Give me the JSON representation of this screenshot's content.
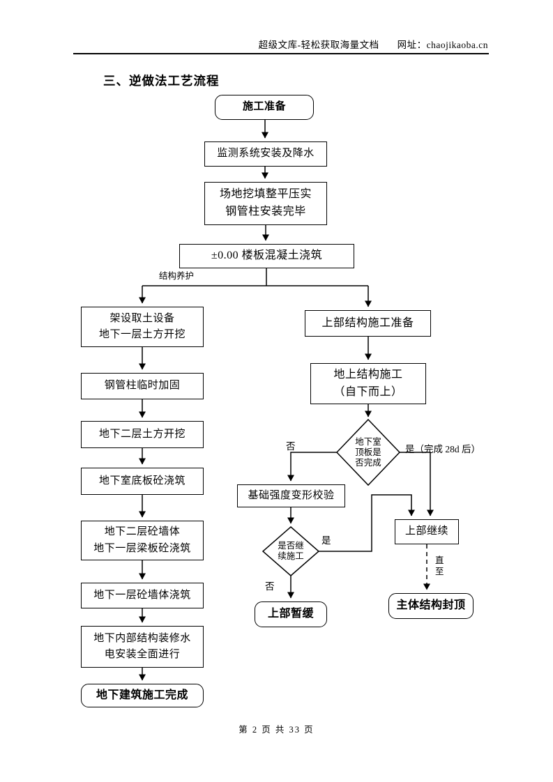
{
  "page": {
    "header": {
      "site": "超级文库-轻松获取海量文档",
      "url": "网址：chaojikaoba.cn"
    },
    "title": "三、逆做法工艺流程",
    "footer": "第 2 页 共 33 页"
  },
  "flowchart": {
    "nodes": {
      "start": "施工准备",
      "monitor": "监测系统安装及降水",
      "site": "场地挖填整平压实\n钢管柱安装完毕",
      "slab": "±0.00 楼板混凝土浇筑",
      "excav1": "架设取土设备\n地下一层土方开挖",
      "upper_prep": "上部结构施工准备",
      "steel": "钢管柱临时加固",
      "above": "地上结构施工\n（自下而上）",
      "excav2": "地下二层土方开挖",
      "base_slab": "地下室底板砼浇筑",
      "d1": "地下室\n顶板是\n否完成",
      "check": "基础强度变形校验",
      "wall2": "地下二层砼墙体\n地下一层梁板砼浇筑",
      "d2": "是否继\n续施工",
      "cont": "上部继续",
      "wall1": "地下一层砼墙体浇筑",
      "interior": "地下内部结构装修水\n电安装全面进行",
      "pause": "上部暂缓",
      "topout": "主体结构封顶",
      "done": "地下建筑施工完成"
    },
    "edge_labels": {
      "cure": "结构养护",
      "d1_no": "否",
      "d1_yes": "是（完成 28d 后）",
      "d2_yes": "是",
      "d2_no": "否",
      "until": "直\n至"
    }
  }
}
